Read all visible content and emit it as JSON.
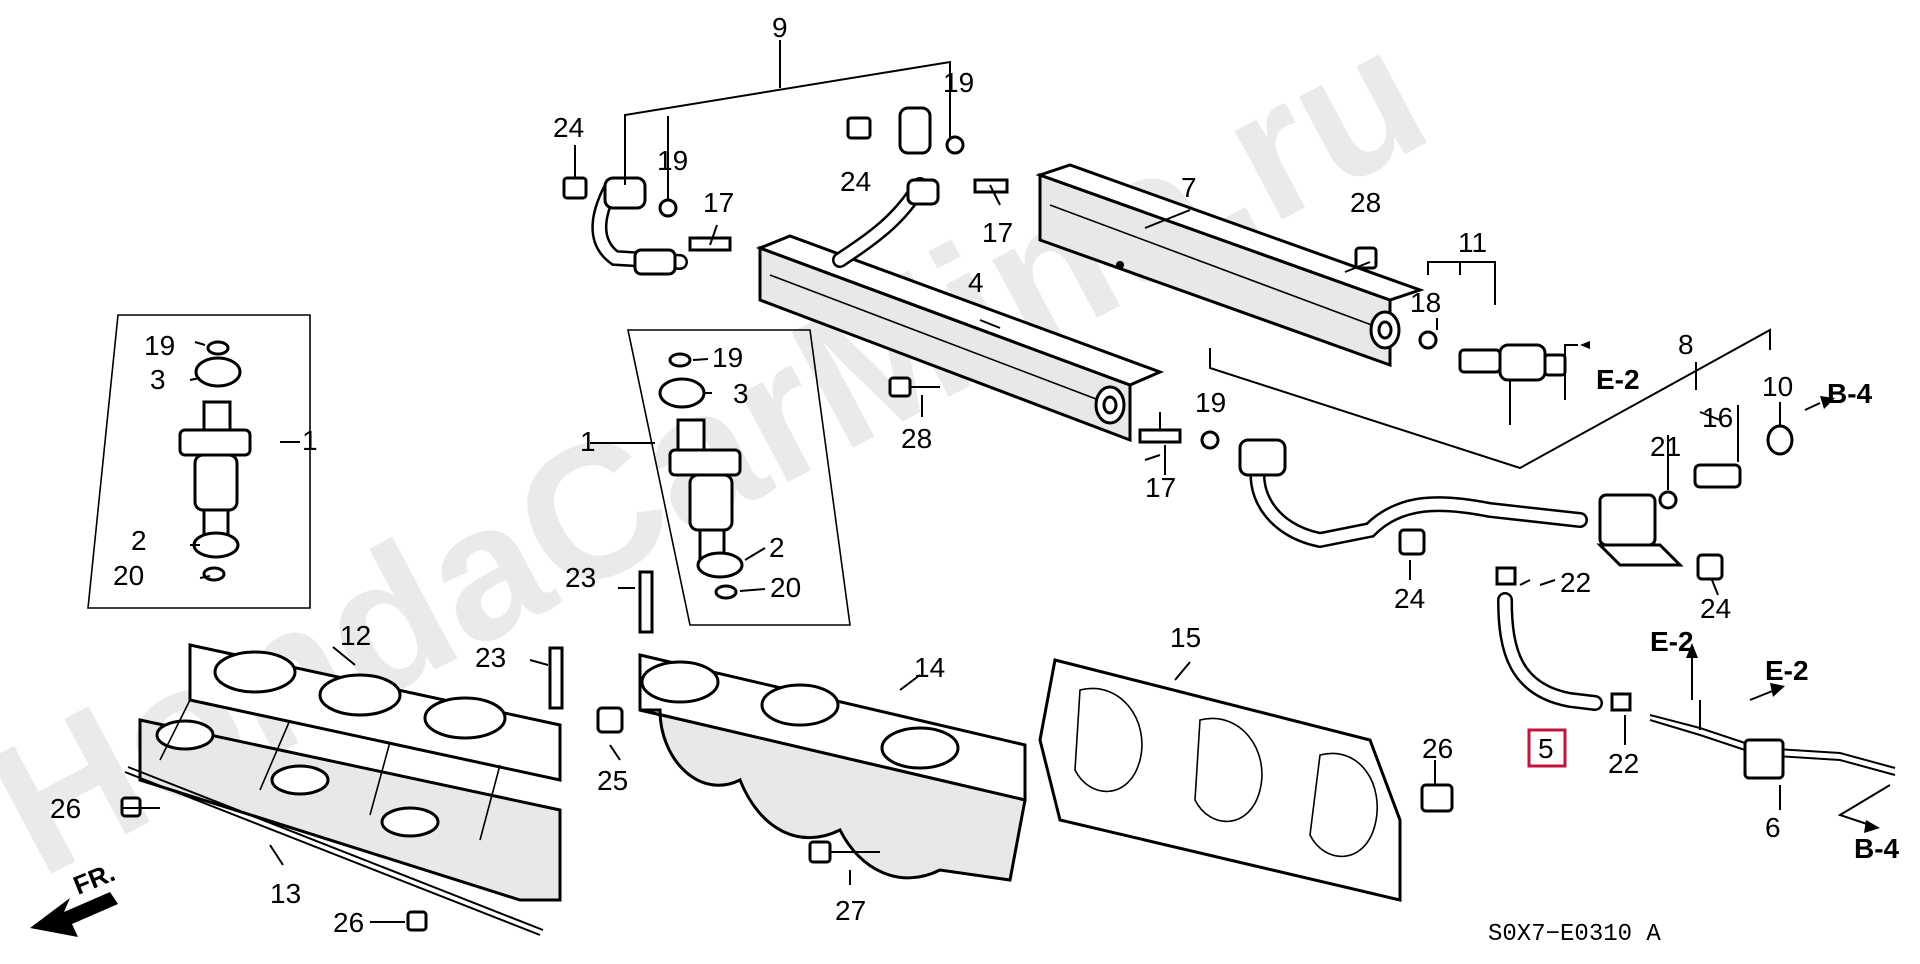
{
  "watermark": "HondaCarMine.ru",
  "diagram_code": "S0X7−E0310 A",
  "direction_label": "FR.",
  "highlighted_part": "5",
  "callouts": {
    "c9": "9",
    "c19a": "19",
    "c19b": "19",
    "c24a": "24",
    "c24b": "24",
    "c17a": "17",
    "c17b": "17",
    "c7": "7",
    "c28a": "28",
    "c11": "11",
    "c18": "18",
    "c4": "4",
    "c19c": "19",
    "c3a": "3",
    "c1a": "1",
    "c19d": "19",
    "c3b": "3",
    "c1b": "1",
    "c2a": "2",
    "c20a": "20",
    "c2b": "2",
    "c20b": "20",
    "c28b": "28",
    "c19e": "19",
    "c17c": "17",
    "c8": "8",
    "c10": "10",
    "c16": "16",
    "c21": "21",
    "c24c": "24",
    "c24d": "24",
    "c22a": "22",
    "c22b": "22",
    "c12": "12",
    "c23a": "23",
    "c23b": "23",
    "c14": "14",
    "c15": "15",
    "c26a": "26",
    "c26b": "26",
    "c26c": "26",
    "c25": "25",
    "c13": "13",
    "c27": "27",
    "c6": "6"
  },
  "references": {
    "r1": "E-2",
    "r2": "B-4",
    "r3": "E-2",
    "r4": "E-2",
    "r5": "B-4"
  }
}
